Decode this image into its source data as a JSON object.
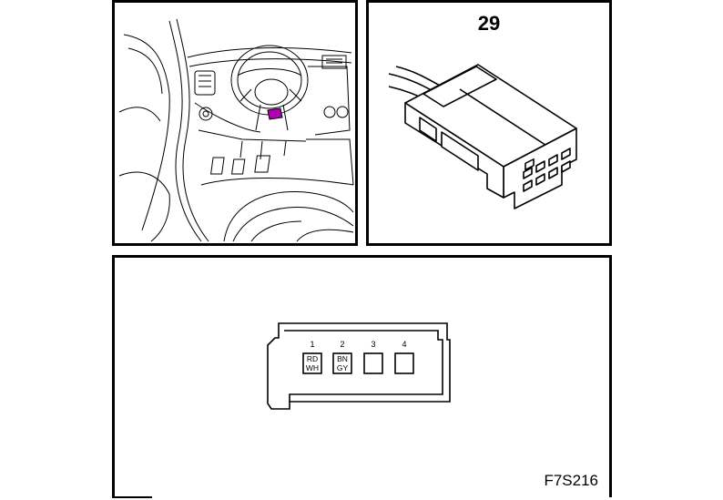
{
  "connector": {
    "number": "29"
  },
  "figure_code": "F7S216",
  "highlight_color": "#b000b0",
  "pins": [
    {
      "num": "1",
      "wire1": "RD",
      "wire2": "WH"
    },
    {
      "num": "2",
      "wire1": "BN",
      "wire2": "GY"
    },
    {
      "num": "3",
      "wire1": "",
      "wire2": ""
    },
    {
      "num": "4",
      "wire1": "",
      "wire2": ""
    }
  ]
}
